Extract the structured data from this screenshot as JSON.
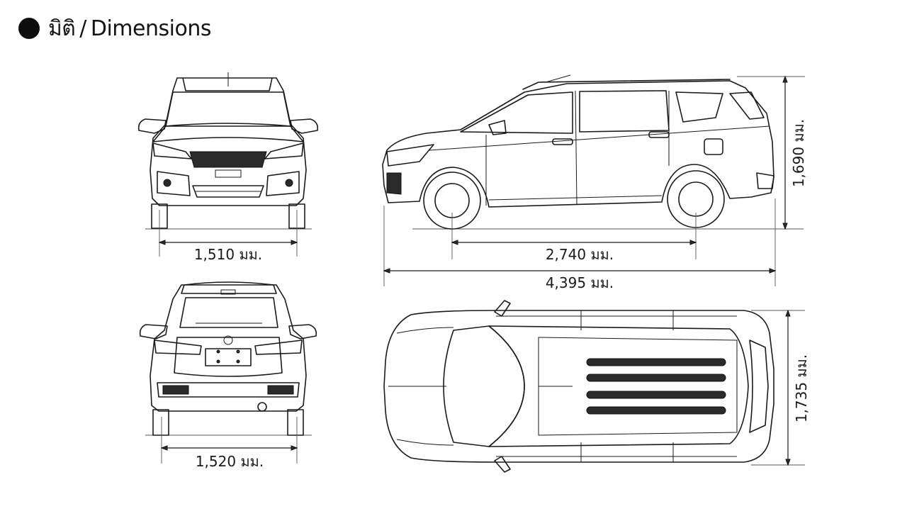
{
  "heading": {
    "thai": "มิติ",
    "separator": "/",
    "english": "Dimensions"
  },
  "dimensions": {
    "front_track": "1,510 มม.",
    "rear_track": "1,520 มม.",
    "wheelbase": "2,740 มม.",
    "overall_length": "4,395 มม.",
    "overall_height": "1,690 มม.",
    "overall_width": "1,735 มม."
  },
  "views": [
    "front-view",
    "side-view",
    "rear-view",
    "top-view"
  ]
}
